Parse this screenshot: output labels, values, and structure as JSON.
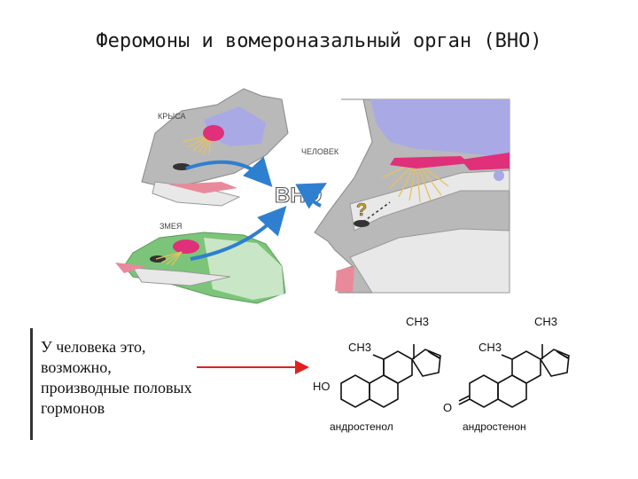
{
  "title": "Феромоны и вомероназальный орган (ВНО)",
  "labels": {
    "rat": "КРЫСА",
    "snake": "ЗМЕЯ",
    "human": "ЧЕЛОВЕК",
    "vno": "ВНО",
    "question": "?"
  },
  "caption_lines": [
    "У человека это,",
    "возможно,",
    "производные половых",
    "гормонов"
  ],
  "chemistry": {
    "ch3_a": "CH3",
    "ch3_b": "CH3",
    "ch3_c": "CH3",
    "ch3_d": "CH3",
    "ho": "HO",
    "o": "O",
    "androstenol": "андростенол",
    "androstenone": "андростенон"
  },
  "colors": {
    "arrow_blue": "#2f7fd0",
    "arrow_red": "#e02020",
    "organ_pink": "#e0307a",
    "brain_lavender": "#a9a9e6",
    "tissue_gray": "#b9b9b9",
    "snake_green": "#7cc47a",
    "nerve_yellow": "#e6c25a"
  }
}
